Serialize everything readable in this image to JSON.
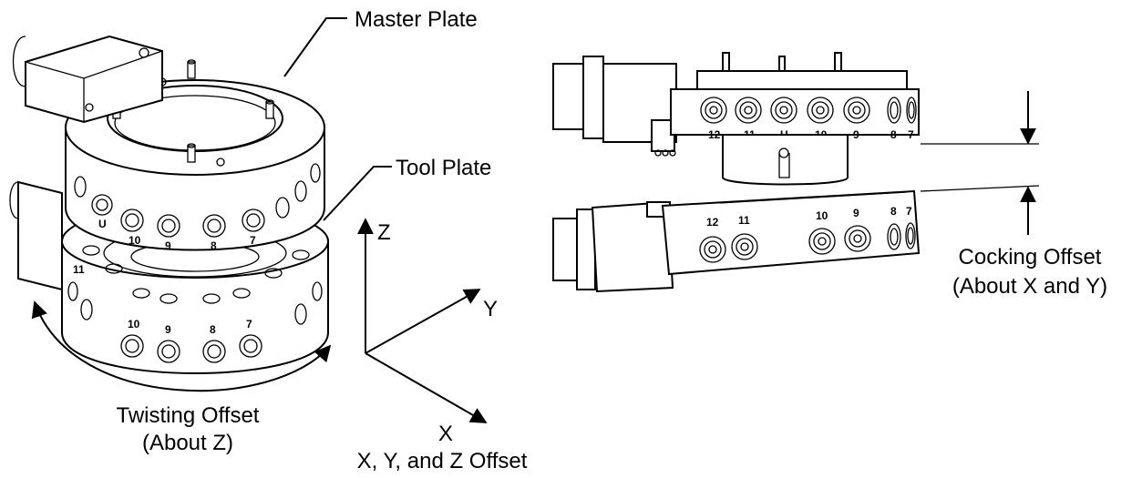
{
  "labels": {
    "master_plate": "Master Plate",
    "tool_plate": "Tool Plate",
    "twisting_offset": "Twisting Offset",
    "twisting_offset_sub": "(About Z)",
    "xyz_offset": "X, Y, and Z Offset",
    "cocking_offset": "Cocking Offset",
    "cocking_offset_sub": "(About X and Y)"
  },
  "axes": {
    "x": "X",
    "y": "Y",
    "z": "Z"
  },
  "port_numbers": {
    "master_front": [
      "10",
      "9",
      "8",
      "7"
    ],
    "master_side": "U",
    "tool_front": [
      "10",
      "9",
      "8",
      "7"
    ],
    "tool_side": "11",
    "side_master": [
      "12",
      "11",
      "U",
      "10",
      "9",
      "8",
      "7"
    ],
    "side_tool": [
      "12",
      "11",
      "10",
      "9",
      "8",
      "7"
    ]
  },
  "colors": {
    "line": "#000000",
    "background": "#ffffff"
  }
}
